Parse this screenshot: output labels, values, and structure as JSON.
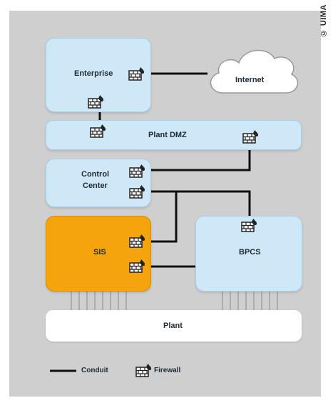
{
  "copyright": "© UIMA",
  "nodes": {
    "enterprise": "Enterprise",
    "internet": "Internet",
    "plant_dmz": "Plant DMZ",
    "control_center_line1": "Control",
    "control_center_line2": "Center",
    "sis": "SIS",
    "bpcs": "BPCS",
    "plant": "Plant"
  },
  "legend": {
    "conduit": "Conduit",
    "firewall": "Firewall"
  },
  "icons": {
    "firewall": "firewall-icon"
  },
  "colors": {
    "zone_blue": "#cfe8f7",
    "sis_orange": "#f5a40d",
    "conduit": "#111111",
    "background": "#cfcfcf"
  }
}
